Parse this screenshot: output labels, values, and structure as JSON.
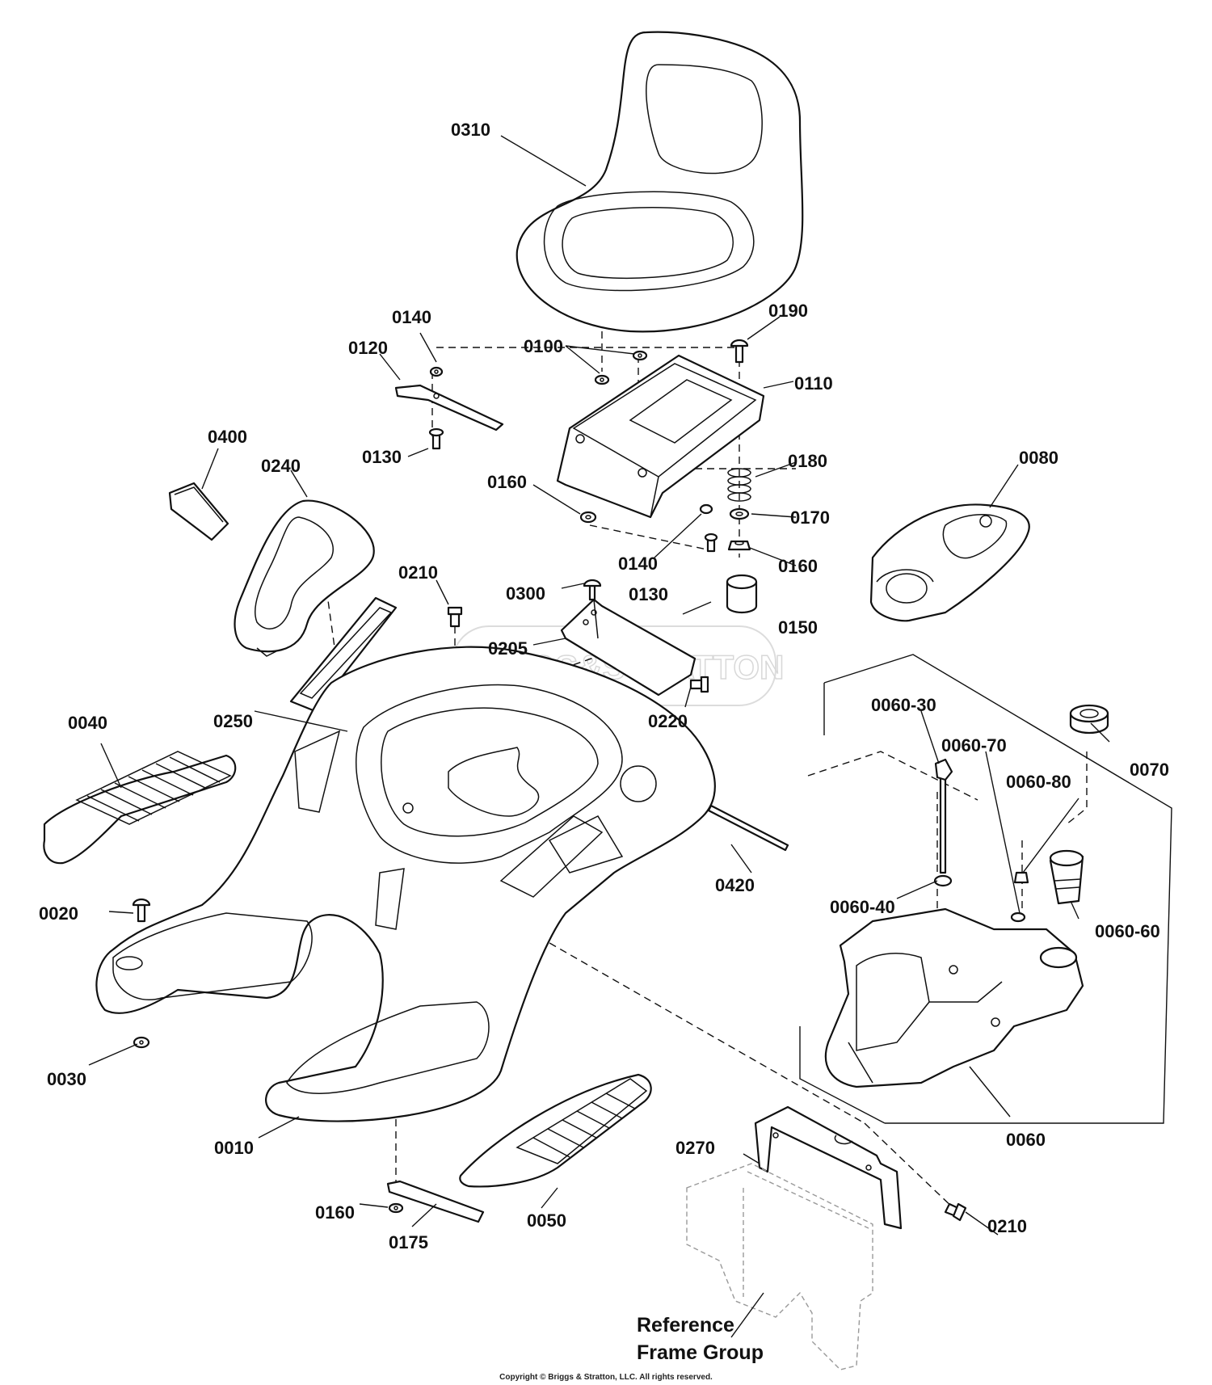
{
  "labels": {
    "l0310": "0310",
    "l0190": "0190",
    "l0140a": "0140",
    "l0120": "0120",
    "l0100": "0100",
    "l0110": "0110",
    "l0400": "0400",
    "l0130a": "0130",
    "l0240": "0240",
    "l0160a": "0160",
    "l0180": "0180",
    "l0080": "0080",
    "l0170": "0170",
    "l0140b": "0140",
    "l0160b": "0160",
    "l0210a": "0210",
    "l0300": "0300",
    "l0130b": "0130",
    "l0150": "0150",
    "l0205": "0205",
    "l0220": "0220",
    "l0040": "0040",
    "l0250": "0250",
    "l0060_30": "0060-30",
    "l0060_70": "0060-70",
    "l0070": "0070",
    "l0060_80": "0060-80",
    "l0420": "0420",
    "l0020": "0020",
    "l0060_40": "0060-40",
    "l0060_60": "0060-60",
    "l0030": "0030",
    "l0060": "0060",
    "l0010": "0010",
    "l0270": "0270",
    "l0160c": "0160",
    "l0050": "0050",
    "l0175": "0175",
    "l0210b": "0210"
  },
  "reference": {
    "line1": "Reference",
    "line2": "Frame Group"
  },
  "watermark": "BRIGGS&STRATTON",
  "copyright": "Copyright © Briggs & Stratton, LLC. All rights reserved."
}
